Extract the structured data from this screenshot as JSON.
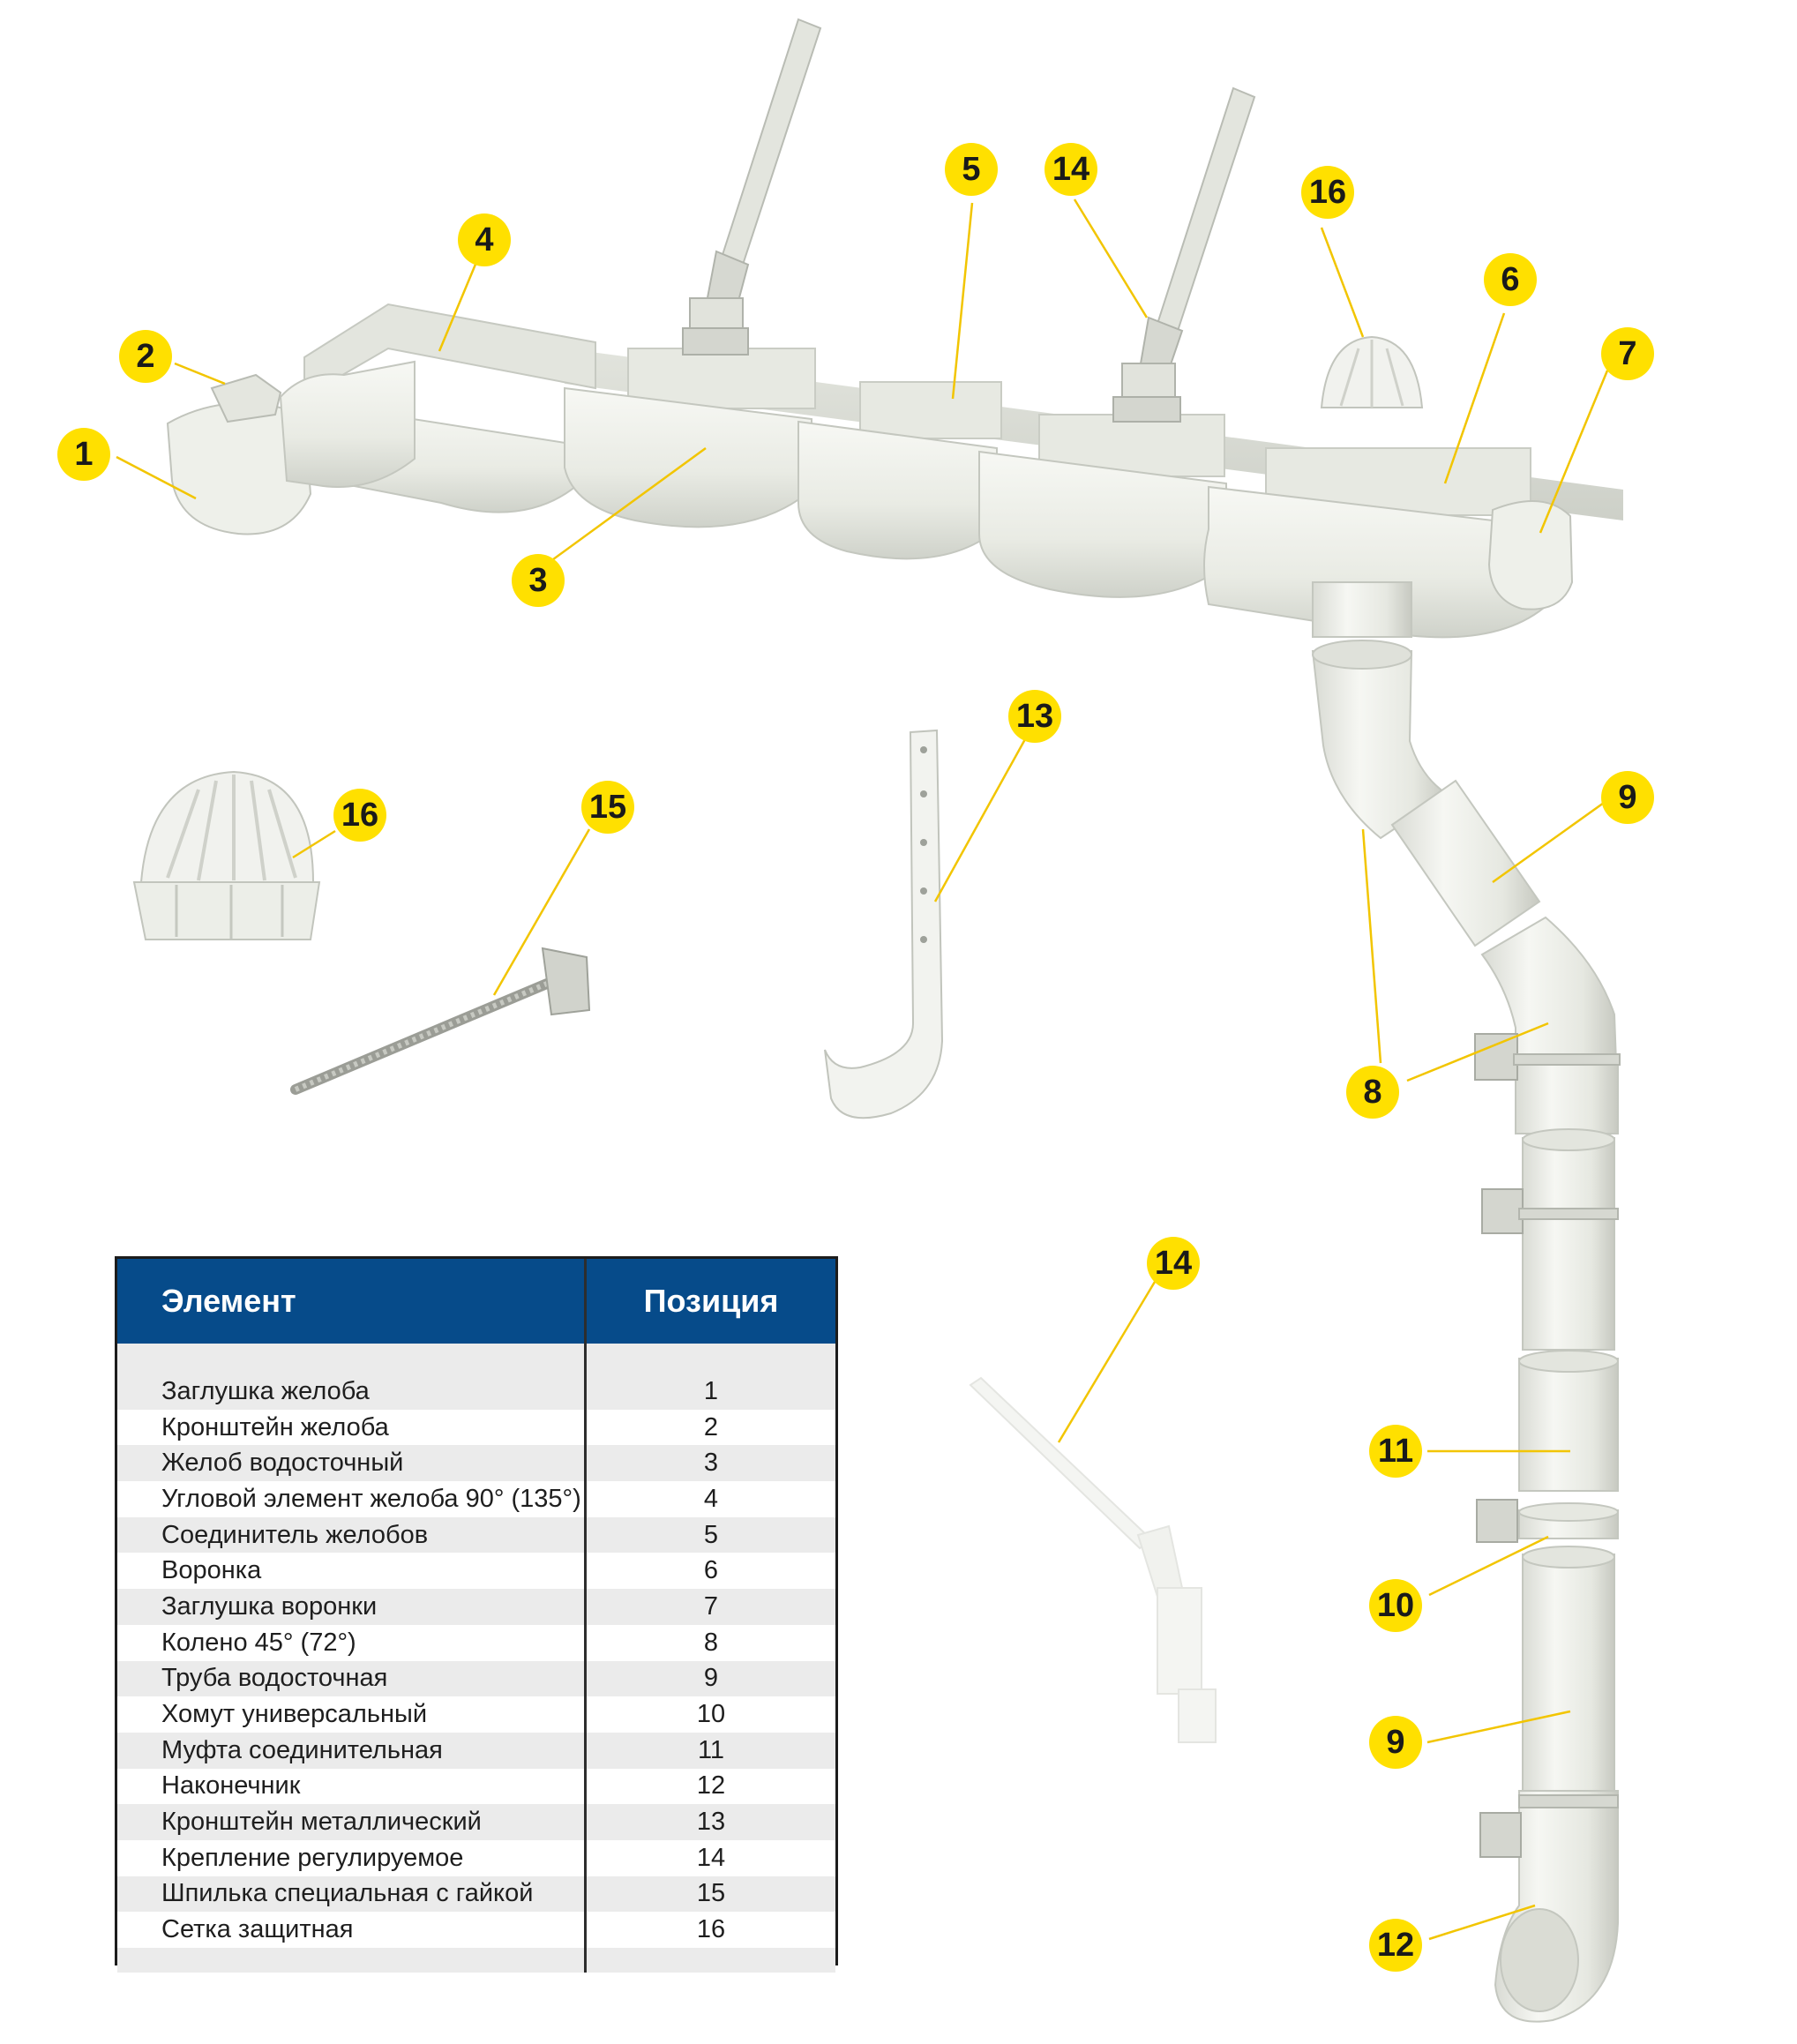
{
  "callouts": {
    "c1": "1",
    "c2": "2",
    "c3": "3",
    "c4": "4",
    "c5": "5",
    "c6": "6",
    "c7": "7",
    "c8": "8",
    "c9a": "9",
    "c9b": "9",
    "c10": "10",
    "c11": "11",
    "c12": "12",
    "c13": "13",
    "c14a": "14",
    "c14b": "14",
    "c15": "15",
    "c16a": "16",
    "c16b": "16"
  },
  "legend": {
    "header_element": "Элемент",
    "header_position": "Позиция",
    "rows": [
      {
        "name": "Заглушка желоба",
        "pos": "1"
      },
      {
        "name": "Кронштейн желоба",
        "pos": "2"
      },
      {
        "name": "Желоб водосточный",
        "pos": "3"
      },
      {
        "name": "Угловой элемент желоба 90° (135°)",
        "pos": "4"
      },
      {
        "name": "Соединитель желобов",
        "pos": "5"
      },
      {
        "name": "Воронка",
        "pos": "6"
      },
      {
        "name": "Заглушка воронки",
        "pos": "7"
      },
      {
        "name": "Колено 45° (72°)",
        "pos": "8"
      },
      {
        "name": "Труба водосточная",
        "pos": "9"
      },
      {
        "name": "Хомут универсальный",
        "pos": "10"
      },
      {
        "name": "Муфта соединительная",
        "pos": "11"
      },
      {
        "name": "Наконечник",
        "pos": "12"
      },
      {
        "name": "Кронштейн металлический",
        "pos": "13"
      },
      {
        "name": "Крепление регулируемое",
        "pos": "14"
      },
      {
        "name": "Шпилька специальная с гайкой",
        "pos": "15"
      },
      {
        "name": "Сетка защитная",
        "pos": "16"
      }
    ]
  },
  "colors": {
    "badge": "#ffe000",
    "leader": "#f2c500",
    "header": "#064b8a",
    "part": "#eef0ea",
    "part_shadow": "#c9ccc4"
  }
}
